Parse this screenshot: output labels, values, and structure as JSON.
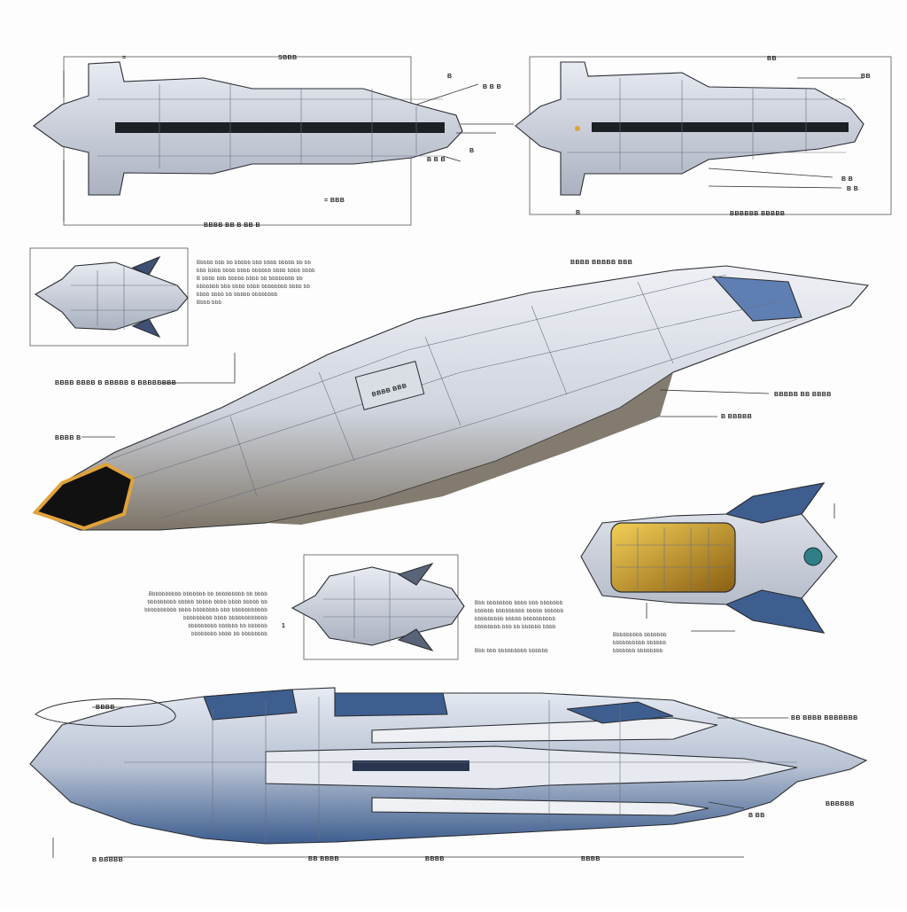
{
  "sheet": {
    "top_left_labels": {
      "a": "=",
      "b": "SBBB",
      "c": "B B B",
      "d": "B",
      "e": "B B B",
      "f": "B",
      "g": "= BBB",
      "h": "BBBB BB B BB B"
    },
    "top_right_labels": {
      "a": "BB",
      "b": "BB",
      "c": "B B",
      "d": "B B",
      "e": "B",
      "f": "BBBBBB BBBBB"
    },
    "mid_left_paragraph": [
      "Bbbbb bbb bb bbbbb bbb bbbb bbbbb bb bb",
      "bbb bbbb bbbb bbbb bbbbbb bbbb bbbb bbbb",
      "B bbbb bbb bbbbb bbbb bb bbbbbbbb bb",
      "bbbbbbb bbb bbbb bbbb bbbbbbbb bbbb bb",
      "bbbb bbbb bb bbbbb bbbbbbbb",
      "Bbbb bbb"
    ],
    "mid_labels": {
      "title_right": "BBBB BBBBB BBB",
      "left_callout": "BBBB BBBB B BBBBB B BBBBBBBB",
      "left_short": "BBBB B",
      "right_callout_1": "BBBBB BB BBBB",
      "right_callout_2": "B BBBBB",
      "hull_plate": "BBBB BBB"
    },
    "lower_left_paragraph": [
      "Bbbbbbbbbb bbbbbbb bb bbbbbbbbb bb bbbb",
      "bbbbbbbbb bbbbb bbbbb bbbb bbbb bbbbb bb",
      "bbbbbbbbbb bbbb bbbbbbbb bbb bbbbbbbbbbb",
      "bbbbbbbbb bbbb bbbbbbbbbbbb",
      "bbbbbbbbb bbbbbb bb bbbbbb",
      "bbbbbbbb bbbb bb bbbbbbbb"
    ],
    "lower_mid_label": "1",
    "lower_mid_paragraph": [
      "Bbb bbbbbbbb bbbb bbb bbbbbbb",
      "bbbbbb bbbbbbbbb bbbbb bbbbbb",
      "bbbbbbbbb bbbbb bbbbbbbbbb",
      "bbbbbbbb bbb bb bbbbbb bbbb",
      "Bbb bbb bbbbbbbbb bbbbbb"
    ],
    "lower_right_paragraph": [
      "Bbbbbbbbb bbbbbbb",
      "bbbbbbbbbb bbbbbb",
      "bbbbbbb bbbbbbbb"
    ],
    "bottom_labels": {
      "top_left": "BBBB",
      "top_right": "BB BBBB BBBBBBB",
      "right": "BBBBBB",
      "right_mid": "B BB",
      "bottom_1": "B BBBBB",
      "bottom_2": "BB BBBB",
      "bottom_3": "BBBB",
      "bottom_4": "BBBB"
    }
  },
  "colors": {
    "hull_light": "#d8dce6",
    "hull_mid": "#b9bfcc",
    "hull_shadow": "#8e8478",
    "accent_blue": "#5f7fb3",
    "cockpit_orange": "#e0a23a",
    "interior_gold": "#c89a2a",
    "ink": "#2a2d33"
  }
}
